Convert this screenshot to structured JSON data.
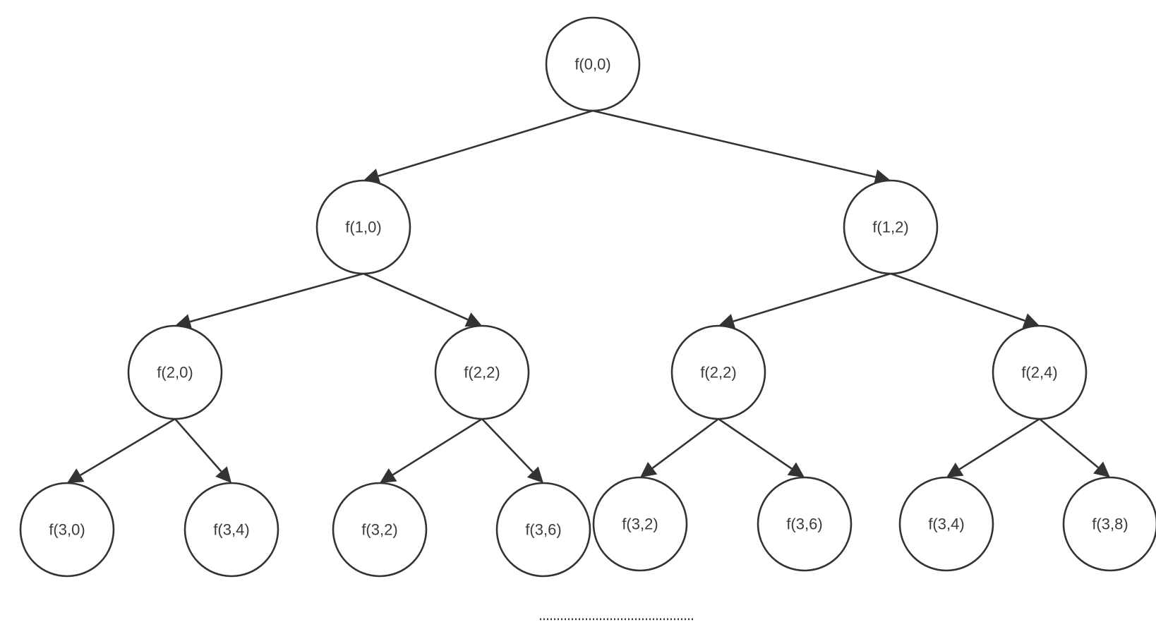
{
  "diagram": {
    "colors": {
      "stroke": "#333333",
      "text": "#3a3a3a",
      "background": "#ffffff"
    },
    "nodes": [
      {
        "id": "n00",
        "label": "f(0,0)"
      },
      {
        "id": "n10",
        "label": "f(1,0)"
      },
      {
        "id": "n12",
        "label": "f(1,2)"
      },
      {
        "id": "n20",
        "label": "f(2,0)"
      },
      {
        "id": "n22a",
        "label": "f(2,2)"
      },
      {
        "id": "n22b",
        "label": "f(2,2)"
      },
      {
        "id": "n24",
        "label": "f(2,4)"
      },
      {
        "id": "n30",
        "label": "f(3,0)"
      },
      {
        "id": "n34a",
        "label": "f(3,4)"
      },
      {
        "id": "n32a",
        "label": "f(3,2)"
      },
      {
        "id": "n36a",
        "label": "f(3,6)"
      },
      {
        "id": "n32b",
        "label": "f(3,2)"
      },
      {
        "id": "n36b",
        "label": "f(3,6)"
      },
      {
        "id": "n34b",
        "label": "f(3,4)"
      },
      {
        "id": "n38",
        "label": "f(3,8)"
      }
    ],
    "edges": [
      {
        "from": "n00",
        "to": "n10"
      },
      {
        "from": "n00",
        "to": "n12"
      },
      {
        "from": "n10",
        "to": "n20"
      },
      {
        "from": "n10",
        "to": "n22a"
      },
      {
        "from": "n12",
        "to": "n22b"
      },
      {
        "from": "n12",
        "to": "n24"
      },
      {
        "from": "n20",
        "to": "n30"
      },
      {
        "from": "n20",
        "to": "n34a"
      },
      {
        "from": "n22a",
        "to": "n32a"
      },
      {
        "from": "n22a",
        "to": "n36a"
      },
      {
        "from": "n22b",
        "to": "n32b"
      },
      {
        "from": "n22b",
        "to": "n36b"
      },
      {
        "from": "n24",
        "to": "n34b"
      },
      {
        "from": "n24",
        "to": "n38"
      }
    ]
  }
}
